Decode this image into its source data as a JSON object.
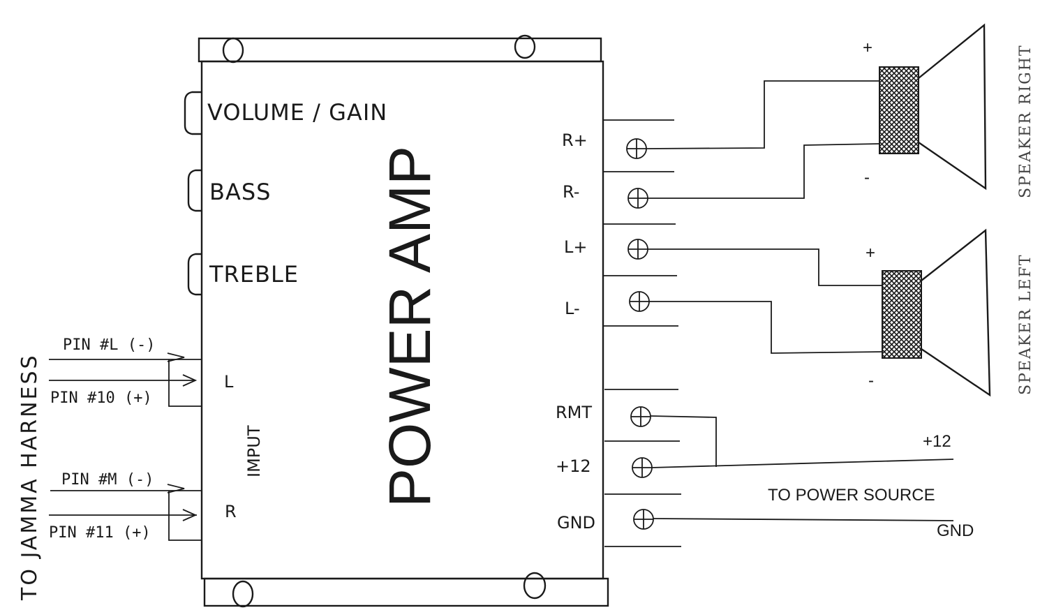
{
  "amp": {
    "title": "POWER AMP",
    "controls": [
      "VOLUME / GAIN",
      "BASS",
      "TREBLE"
    ],
    "input_label": "IMPUT",
    "input_channels": [
      "L",
      "R"
    ]
  },
  "pins": [
    "PIN #L (-)",
    "PIN #10 (+)",
    "PIN #M (-)",
    "PIN #11 (+)"
  ],
  "harness_label": "TO JAMMA HARNESS",
  "terminals": [
    "R+",
    "R-",
    "L+",
    "L-",
    "RMT",
    "+12",
    "GND"
  ],
  "speakers": {
    "right": {
      "label": "SPEAKER RIGHT",
      "plus": "+",
      "minus": "-"
    },
    "left": {
      "label": "SPEAKER LEFT",
      "plus": "+",
      "minus": "-"
    }
  },
  "power": {
    "label": "TO POWER SOURCE",
    "v12": "+12",
    "gnd": "GND"
  }
}
